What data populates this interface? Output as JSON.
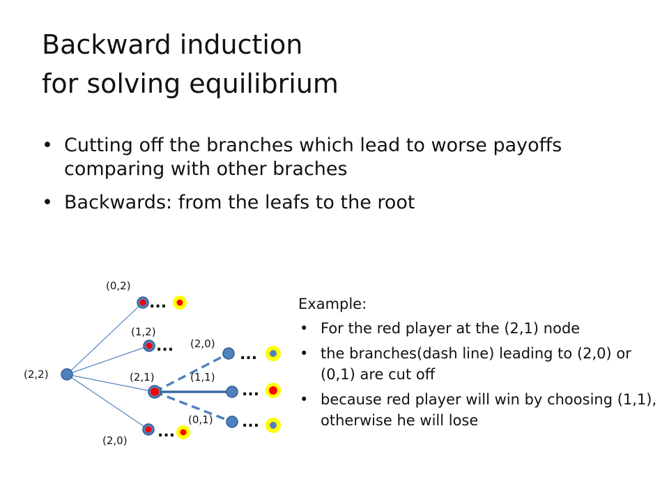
{
  "title": {
    "line1": "Backward induction",
    "line2": "for solving equilibrium"
  },
  "bullets": [
    "Cutting off the branches which lead to worse payoffs comparing with other braches",
    "Backwards: from the leafs to the root"
  ],
  "tree": {
    "labels": {
      "root": "(2,2)",
      "top": "(0,2)",
      "upper": "(1,2)",
      "mid": "(2,1)",
      "bottom": "(2,0)",
      "cut_a": "(2,0)",
      "keep": "(1,1)",
      "cut_b": "(0,1)"
    },
    "ellipsis": "...",
    "colors": {
      "blue_node": "#4f81bd",
      "red_node": "#ff0000",
      "yellow_ring": "#ffff00",
      "edge": "#4f81bd",
      "edge_thick": "#3c6aa0"
    }
  },
  "example": {
    "heading": "Example:",
    "items": [
      "For the red player at the (2,1) node",
      "the branches(dash line) leading to (2,0) or (0,1) are cut off",
      "because red player will win by choosing (1,1), otherwise he will lose"
    ]
  }
}
